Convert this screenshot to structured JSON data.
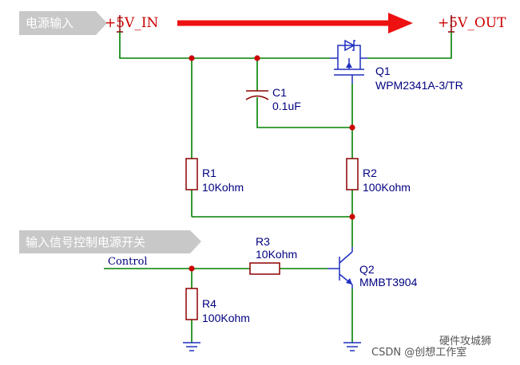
{
  "banners": {
    "power_input": "电源输入",
    "control_signal": "输入信号控制电源开关"
  },
  "nets": {
    "vin": "+5V_IN",
    "vout": "+5V_OUT",
    "control": "Control"
  },
  "components": {
    "q1": {
      "ref": "Q1",
      "value": "WPM2341A-3/TR"
    },
    "c1": {
      "ref": "C1",
      "value": "0.1uF"
    },
    "r1": {
      "ref": "R1",
      "value": "10Kohm"
    },
    "r2": {
      "ref": "R2",
      "value": "100Kohm"
    },
    "r3": {
      "ref": "R3",
      "value": "10Kohm"
    },
    "r4": {
      "ref": "R4",
      "value": "100Kohm"
    },
    "q2": {
      "ref": "Q2",
      "value": "MMBT3904"
    }
  },
  "watermark": {
    "source": "CSDN @创想工作室",
    "account": "硬件攻城狮"
  },
  "colors": {
    "wire": "#008000",
    "net_label": "#cc0000",
    "component_text": "#000080",
    "banner_bg": "#c8c8c8",
    "arrow": "#ee1111"
  }
}
